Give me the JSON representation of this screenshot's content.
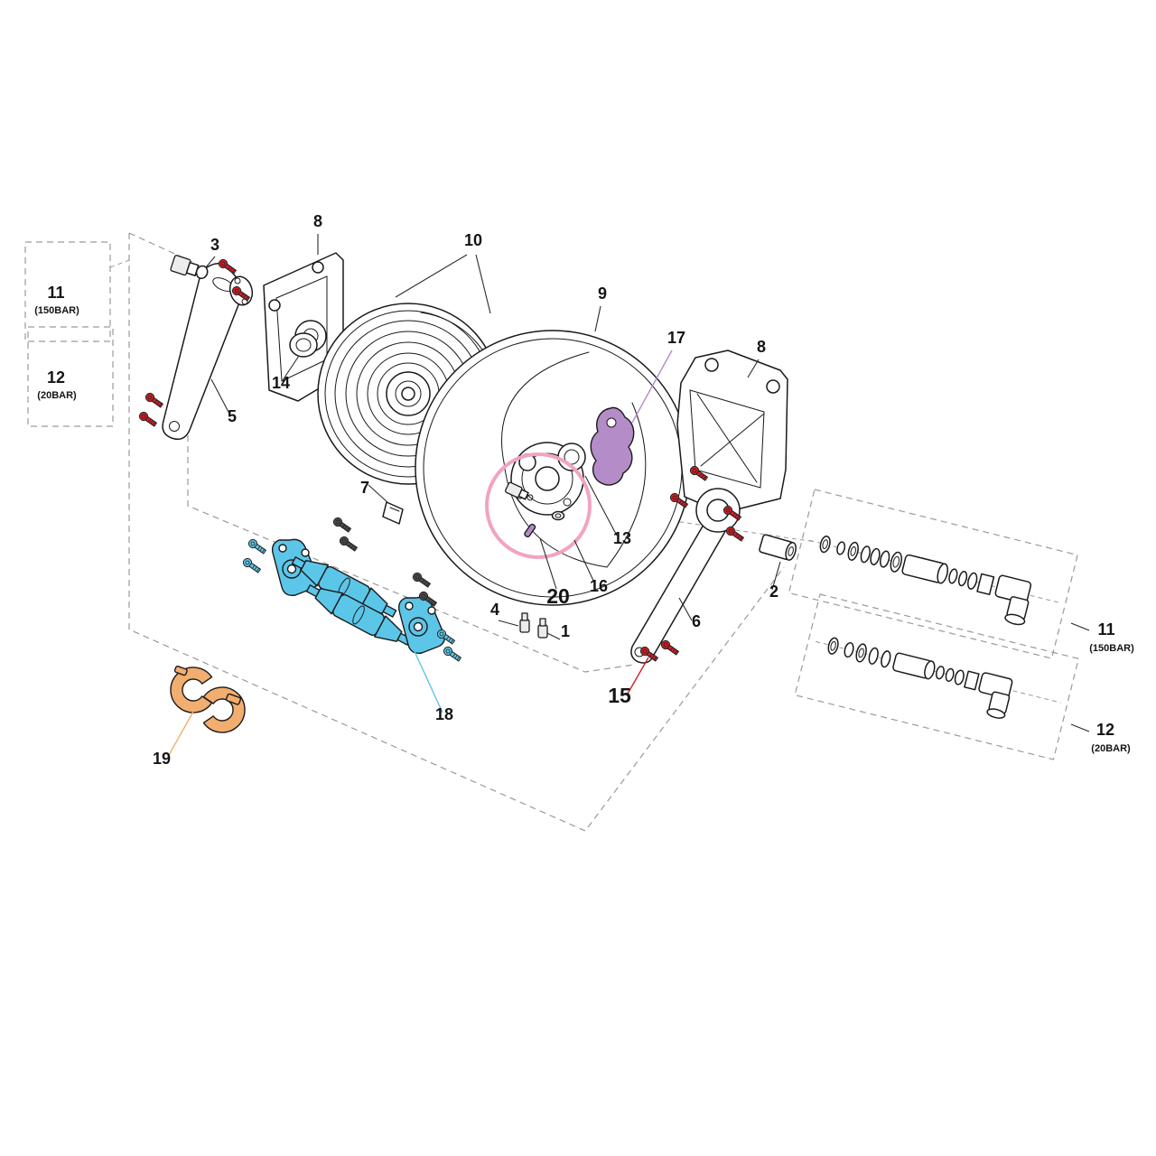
{
  "diagram": {
    "kind": "exploded-parts-diagram",
    "background": "#ffffff"
  },
  "colors": {
    "line": "#1a1a1a",
    "dash": "#9a9a9a",
    "red": "#d21e26",
    "blue": "#5cc6e8",
    "purple": "#b48cc8",
    "orange": "#f2ae6e",
    "pink": "#f2a3c2",
    "dark": "#4c4c4c"
  },
  "labels": {
    "n1": "1",
    "n2": "2",
    "n3": "3",
    "n4": "4",
    "n5": "5",
    "n6": "6",
    "n7": "7",
    "n8a": "8",
    "n8b": "8",
    "n9": "9",
    "n10": "10",
    "n13": "13",
    "n14": "14",
    "n15": "15",
    "n16": "16",
    "n17": "17",
    "n18": "18",
    "n19": "19",
    "n20": "20"
  },
  "kits": {
    "left_150": {
      "num": "11",
      "spec": "(150BAR)"
    },
    "left_20": {
      "num": "12",
      "spec": "(20BAR)"
    },
    "right_150": {
      "num": "11",
      "spec": "(150BAR)"
    },
    "right_20": {
      "num": "12",
      "spec": "(20BAR)"
    }
  }
}
